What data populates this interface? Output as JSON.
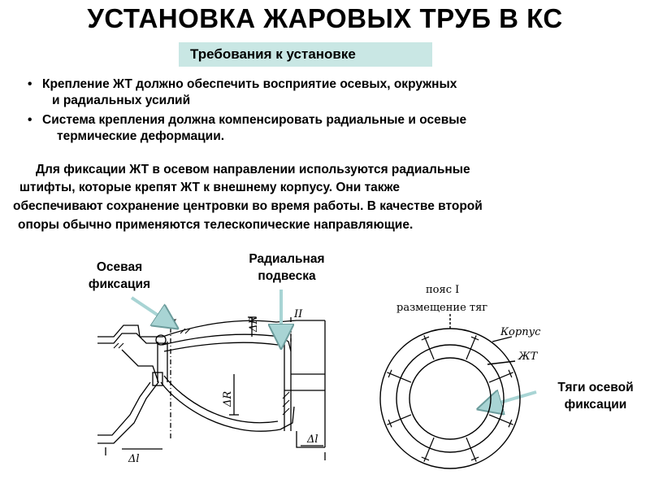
{
  "title": "УСТАНОВКА ЖАРОВЫХ ТРУБ В КС",
  "section_label": "Требования к установке",
  "bullets": [
    {
      "line1": "Крепление ЖТ должно обеспечить восприятие осевых, окружных",
      "line2": "и радиальных усилий"
    },
    {
      "line1": "Система крепления должна компенсировать радиальные и осевые",
      "line2": "термические деформации."
    }
  ],
  "paragraph": [
    "Для фиксации ЖТ в осевом направлении используются радиальные",
    "штифты,  которые крепят ЖТ к  внешнему корпусу. Они также",
    "обеспечивают сохранение центровки во время работы. В качестве второй",
    "опоры  обычно применяются телескопические направляющие."
  ],
  "callouts": {
    "axial_fix": [
      "Осевая",
      "фиксация"
    ],
    "radial_susp": [
      "Радиальная",
      "подвеска"
    ],
    "rods": [
      "Тяги осевой",
      "фиксации"
    ]
  },
  "drawing_labels": {
    "section_I": "I",
    "section_II": "II",
    "delta_R_top": "ΔR",
    "delta_R_bottom": "ΔR",
    "delta_l_left": "Δl",
    "delta_l_right": "Δl",
    "belt": "пояс I",
    "placement": "размещение тяг",
    "housing": "Корпус",
    "liner": "ЖТ"
  },
  "colors": {
    "section_box": "#c9e7e4",
    "arrow": "#a8d4d4"
  }
}
